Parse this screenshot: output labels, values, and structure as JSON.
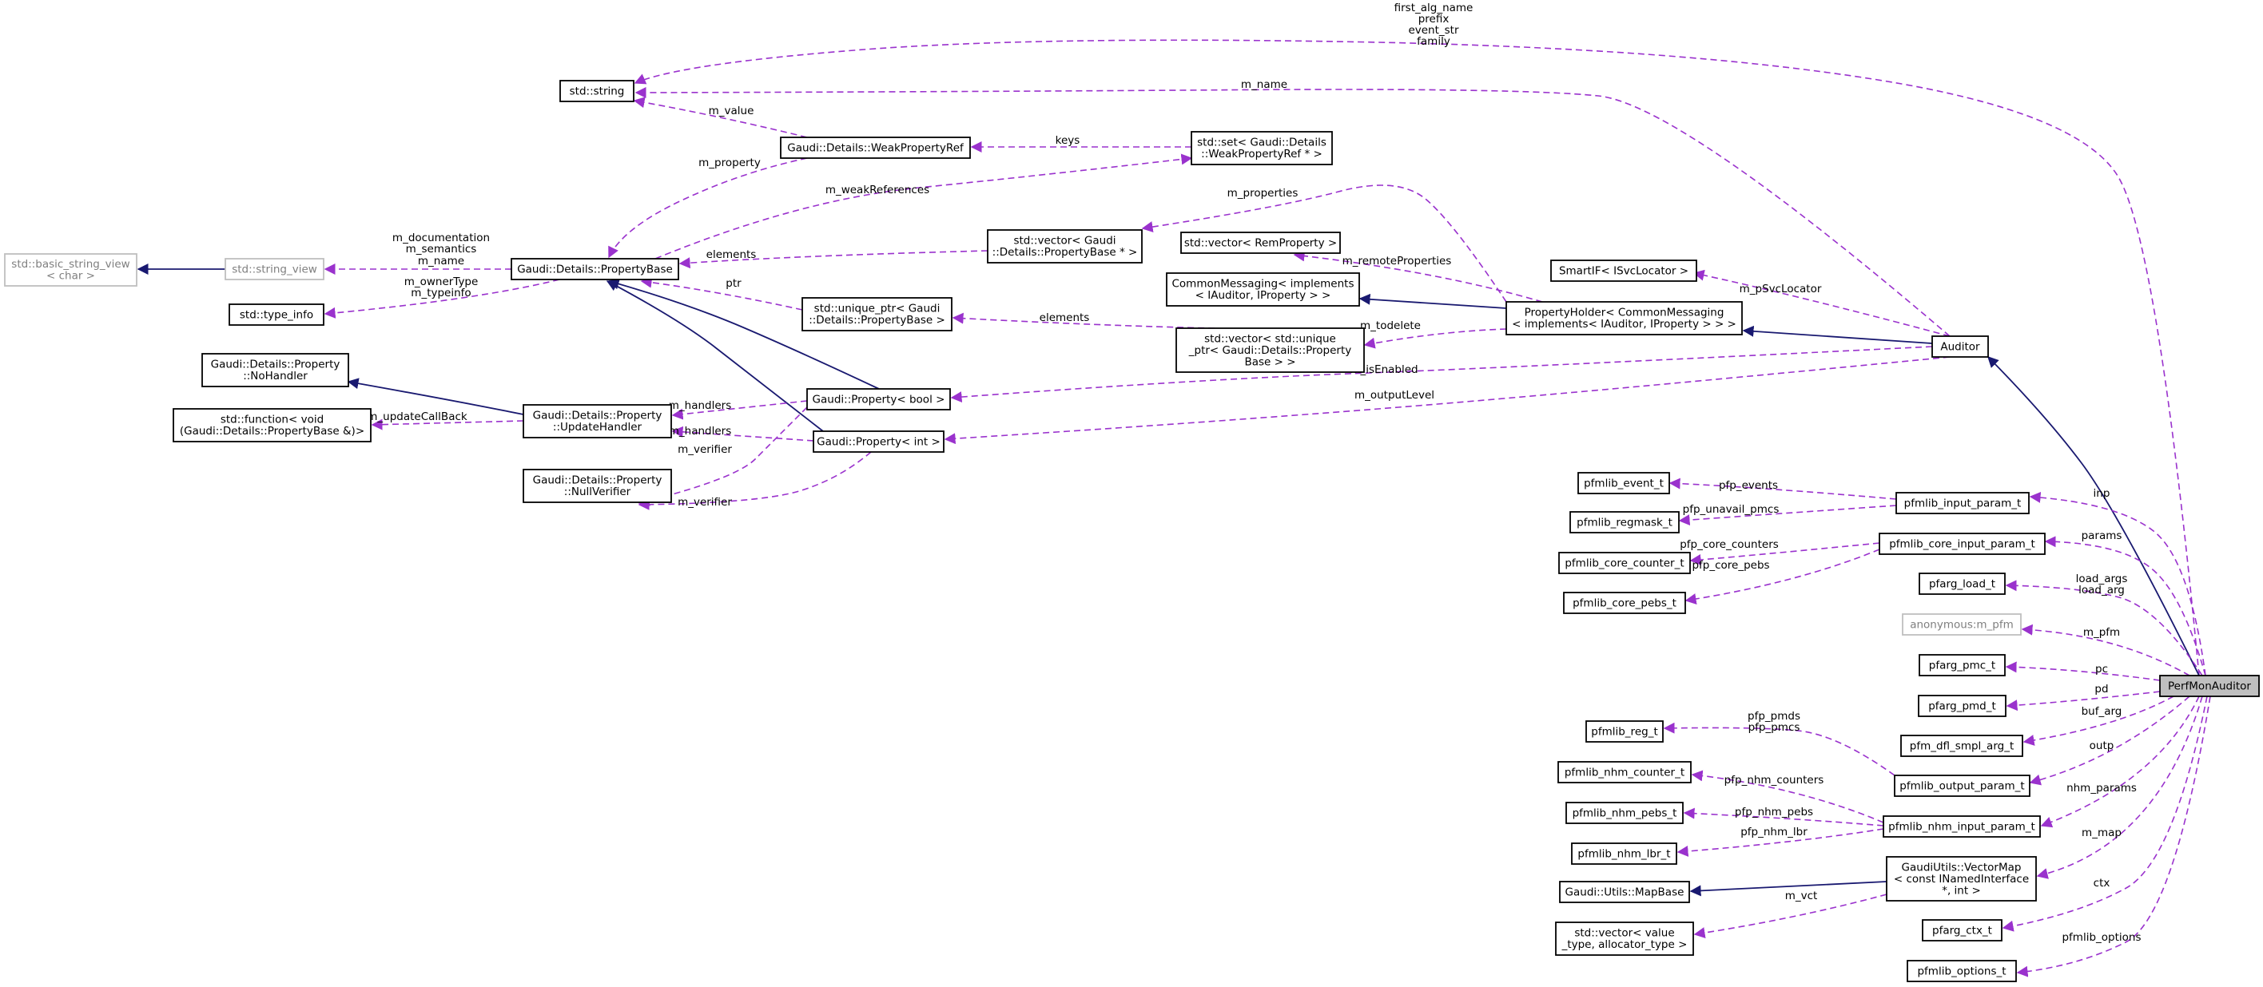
{
  "nodes": [
    {
      "id": "str",
      "lines": [
        "std::string"
      ]
    },
    {
      "id": "bsv",
      "lines": [
        "std::basic_string_view",
        "< char >"
      ]
    },
    {
      "id": "sv",
      "lines": [
        "std::string_view"
      ]
    },
    {
      "id": "ti",
      "lines": [
        "std::type_info"
      ]
    },
    {
      "id": "pb",
      "lines": [
        "Gaudi::Details::PropertyBase"
      ]
    },
    {
      "id": "wpr",
      "lines": [
        "Gaudi::Details::WeakPropertyRef"
      ]
    },
    {
      "id": "set",
      "lines": [
        "std::set< Gaudi::Details",
        "::WeakPropertyRef * >"
      ]
    },
    {
      "id": "vecpb",
      "lines": [
        "std::vector< Gaudi",
        "::Details::PropertyBase * >"
      ]
    },
    {
      "id": "vecrp",
      "lines": [
        "std::vector< RemProperty >"
      ]
    },
    {
      "id": "cm",
      "lines": [
        "CommonMessaging< implements",
        "< IAuditor, IProperty > >"
      ]
    },
    {
      "id": "ph",
      "lines": [
        "PropertyHolder< CommonMessaging",
        "< implements< IAuditor, IProperty > > >"
      ]
    },
    {
      "id": "sif",
      "lines": [
        "SmartIF< ISvcLocator >"
      ]
    },
    {
      "id": "aud",
      "lines": [
        "Auditor"
      ]
    },
    {
      "id": "uptr",
      "lines": [
        "std::unique_ptr< Gaudi",
        "::Details::PropertyBase >"
      ]
    },
    {
      "id": "vecup",
      "lines": [
        "std::vector< std::unique",
        "_ptr< Gaudi::Details::Property",
        "Base > >"
      ]
    },
    {
      "id": "noh",
      "lines": [
        "Gaudi::Details::Property",
        "::NoHandler"
      ]
    },
    {
      "id": "uph",
      "lines": [
        "Gaudi::Details::Property",
        "::UpdateHandler"
      ]
    },
    {
      "id": "fn",
      "lines": [
        "std::function< void",
        "(Gaudi::Details::PropertyBase &)>"
      ]
    },
    {
      "id": "nv",
      "lines": [
        "Gaudi::Details::Property",
        "::NullVerifier"
      ]
    },
    {
      "id": "pbool",
      "lines": [
        "Gaudi::Property< bool >"
      ]
    },
    {
      "id": "pint",
      "lines": [
        "Gaudi::Property< int >"
      ]
    },
    {
      "id": "pev",
      "lines": [
        "pfmlib_event_t"
      ]
    },
    {
      "id": "prm",
      "lines": [
        "pfmlib_regmask_t"
      ]
    },
    {
      "id": "pcc",
      "lines": [
        "pfmlib_core_counter_t"
      ]
    },
    {
      "id": "pcp",
      "lines": [
        "pfmlib_core_pebs_t"
      ]
    },
    {
      "id": "pip",
      "lines": [
        "pfmlib_input_param_t"
      ]
    },
    {
      "id": "pcip",
      "lines": [
        "pfmlib_core_input_param_t"
      ]
    },
    {
      "id": "pload",
      "lines": [
        "pfarg_load_t"
      ]
    },
    {
      "id": "anon",
      "lines": [
        "anonymous:m_pfm"
      ]
    },
    {
      "id": "ppmc",
      "lines": [
        "pfarg_pmc_t"
      ]
    },
    {
      "id": "ppmd",
      "lines": [
        "pfarg_pmd_t"
      ]
    },
    {
      "id": "dfl",
      "lines": [
        "pfm_dfl_smpl_arg_t"
      ]
    },
    {
      "id": "preg",
      "lines": [
        "pfmlib_reg_t"
      ]
    },
    {
      "id": "pnc",
      "lines": [
        "pfmlib_nhm_counter_t"
      ]
    },
    {
      "id": "pnp",
      "lines": [
        "pfmlib_nhm_pebs_t"
      ]
    },
    {
      "id": "pnl",
      "lines": [
        "pfmlib_nhm_lbr_t"
      ]
    },
    {
      "id": "pop",
      "lines": [
        "pfmlib_output_param_t"
      ]
    },
    {
      "id": "pnip",
      "lines": [
        "pfmlib_nhm_input_param_t"
      ]
    },
    {
      "id": "mapb",
      "lines": [
        "Gaudi::Utils::MapBase"
      ]
    },
    {
      "id": "vmap",
      "lines": [
        "GaudiUtils::VectorMap",
        "< const INamedInterface",
        "*, int >"
      ]
    },
    {
      "id": "vecvt",
      "lines": [
        "std::vector< value",
        "_type, allocator_type >"
      ]
    },
    {
      "id": "pctx",
      "lines": [
        "pfarg_ctx_t"
      ]
    },
    {
      "id": "popt",
      "lines": [
        "pfmlib_options_t"
      ]
    },
    {
      "id": "pma",
      "lines": [
        "PerfMonAuditor"
      ]
    }
  ],
  "edges": [
    {
      "id": "e_pma_str",
      "lines": [
        "first_alg_name",
        "prefix",
        "event_str",
        "family"
      ]
    },
    {
      "id": "e_aud_str",
      "lines": [
        "m_name"
      ]
    },
    {
      "id": "e_wpr_str",
      "lines": [
        "m_value"
      ]
    },
    {
      "id": "e_wpr_pb",
      "lines": [
        "m_property"
      ]
    },
    {
      "id": "e_set_wpr",
      "lines": [
        "keys"
      ]
    },
    {
      "id": "e_pb_set",
      "lines": [
        "m_weakReferences"
      ]
    },
    {
      "id": "e_ph_vecpb",
      "lines": [
        "m_properties"
      ]
    },
    {
      "id": "e_vecpb_pb",
      "lines": [
        "elements"
      ]
    },
    {
      "id": "e_pb_sv",
      "lines": [
        "m_documentation",
        "m_semantics",
        "m_name"
      ]
    },
    {
      "id": "e_sv_bsv",
      "lines": []
    },
    {
      "id": "e_pb_ti",
      "lines": [
        "m_ownerType",
        "m_typeinfo"
      ]
    },
    {
      "id": "e_uptr_pb",
      "lines": [
        "ptr"
      ]
    },
    {
      "id": "e_ph_vecrp",
      "lines": [
        "m_remoteProperties"
      ]
    },
    {
      "id": "e_ph_cm",
      "lines": []
    },
    {
      "id": "e_aud_sif",
      "lines": [
        "m_pSvcLocator"
      ]
    },
    {
      "id": "e_aud_ph",
      "lines": []
    },
    {
      "id": "e_ph_vecup",
      "lines": [
        "m_todelete"
      ]
    },
    {
      "id": "e_vecup_uptr",
      "lines": [
        "elements"
      ]
    },
    {
      "id": "e_pbool_pb",
      "lines": []
    },
    {
      "id": "e_pint_pb",
      "lines": []
    },
    {
      "id": "e_uph_noh",
      "lines": []
    },
    {
      "id": "e_uph_fn",
      "lines": [
        "m_updateCallBack"
      ]
    },
    {
      "id": "e_pbool_uph",
      "lines": [
        "m_handlers"
      ]
    },
    {
      "id": "e_pint_uph",
      "lines": [
        "m_handlers"
      ]
    },
    {
      "id": "e_pbool_nv",
      "lines": [
        "m_verifier"
      ]
    },
    {
      "id": "e_pint_nv",
      "lines": [
        "m_verifier"
      ]
    },
    {
      "id": "e_aud_pbool",
      "lines": [
        "m_isEnabled"
      ]
    },
    {
      "id": "e_aud_pint",
      "lines": [
        "m_outputLevel"
      ]
    },
    {
      "id": "e_pma_aud",
      "lines": []
    },
    {
      "id": "e_pip_pev",
      "lines": [
        "pfp_events"
      ]
    },
    {
      "id": "e_pip_prm",
      "lines": [
        "pfp_unavail_pmcs"
      ]
    },
    {
      "id": "e_pcip_pcc",
      "lines": [
        "pfp_core_counters"
      ]
    },
    {
      "id": "e_pcip_pcp",
      "lines": [
        "pfp_core_pebs"
      ]
    },
    {
      "id": "e_pma_pip",
      "lines": [
        "inp"
      ]
    },
    {
      "id": "e_pma_pcip",
      "lines": [
        "params"
      ]
    },
    {
      "id": "e_pma_pload",
      "lines": [
        "load_args",
        "load_arg"
      ]
    },
    {
      "id": "e_pma_anon",
      "lines": [
        "m_pfm"
      ]
    },
    {
      "id": "e_pma_ppmc",
      "lines": [
        "pc"
      ]
    },
    {
      "id": "e_pma_ppmd",
      "lines": [
        "pd"
      ]
    },
    {
      "id": "e_pma_dfl",
      "lines": [
        "buf_arg"
      ]
    },
    {
      "id": "e_pma_pop",
      "lines": [
        "outp"
      ]
    },
    {
      "id": "e_pop_preg",
      "lines": [
        "pfp_pmds",
        "pfp_pmcs"
      ]
    },
    {
      "id": "e_pnip_pnc",
      "lines": [
        "pfp_nhm_counters"
      ]
    },
    {
      "id": "e_pnip_pnp",
      "lines": [
        "pfp_nhm_pebs"
      ]
    },
    {
      "id": "e_pnip_pnl",
      "lines": [
        "pfp_nhm_lbr"
      ]
    },
    {
      "id": "e_pma_pnip",
      "lines": [
        "nhm_params"
      ]
    },
    {
      "id": "e_pma_vmap",
      "lines": [
        "m_map"
      ]
    },
    {
      "id": "e_vmap_mapb",
      "lines": []
    },
    {
      "id": "e_vmap_vecvt",
      "lines": [
        "m_vct"
      ]
    },
    {
      "id": "e_pma_pctx",
      "lines": [
        "ctx"
      ]
    },
    {
      "id": "e_pma_popt",
      "lines": [
        "pfmlib_options"
      ]
    }
  ]
}
